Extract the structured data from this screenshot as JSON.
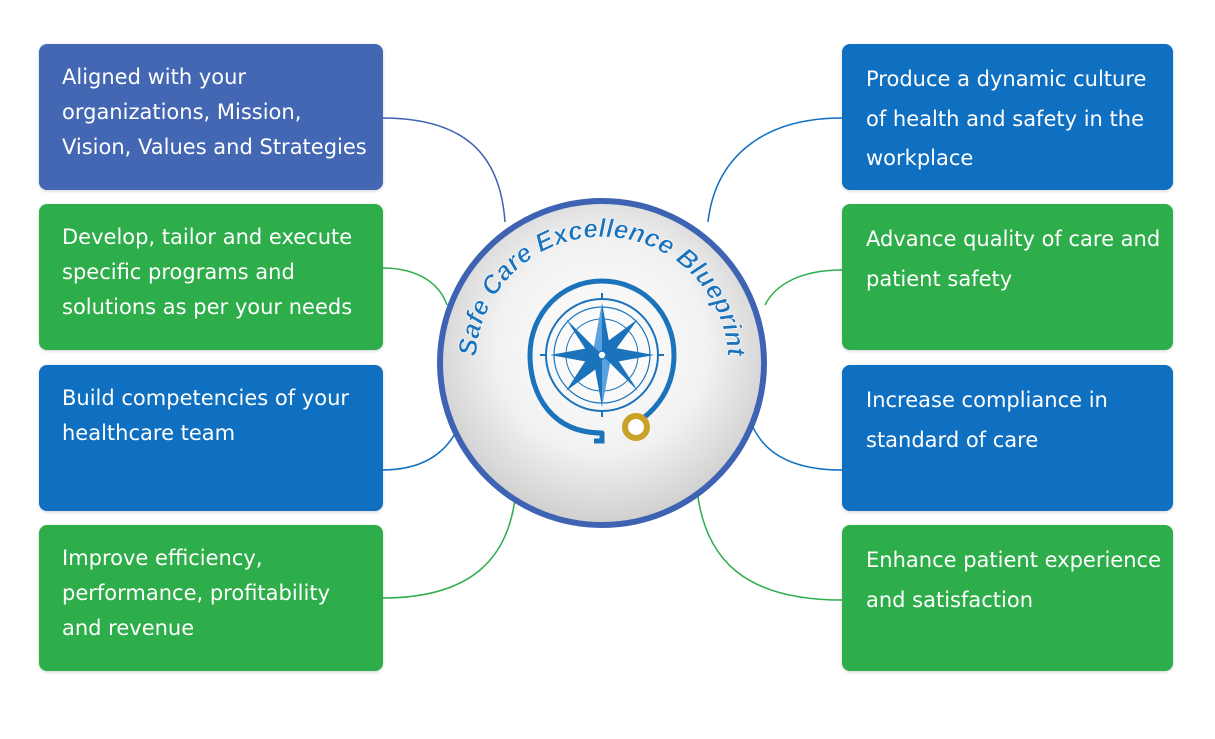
{
  "hub": {
    "title": "Safe Care Excellence Blueprint",
    "icon": "compass-stethoscope-icon"
  },
  "colors": {
    "purple_blue": "#4467b4",
    "blue": "#0f6fc1",
    "green": "#2ead4b",
    "hub_ring": "#3f63b3",
    "hub_text": "#1b73bb",
    "gold": "#c9a227"
  },
  "left_items": [
    {
      "text": "Aligned with your organizations, Mission, Vision, Values and Strategies",
      "color": "#4467b4"
    },
    {
      "text": "Develop, tailor and execute specific programs and solutions as per your needs",
      "color": "#2ead4b"
    },
    {
      "text": "Build competencies of your healthcare team",
      "color": "#0f6fc1"
    },
    {
      "text": "Improve efficiency, performance, profitability and revenue",
      "color": "#2ead4b"
    }
  ],
  "right_items": [
    {
      "text": "Produce a dynamic culture of health and safety in the workplace",
      "color": "#0f6fc1"
    },
    {
      "text": "Advance quality of care and patient safety",
      "color": "#2ead4b"
    },
    {
      "text": "Increase compliance in standard of care",
      "color": "#0f6fc1"
    },
    {
      "text": "Enhance patient experience and satisfaction",
      "color": "#2ead4b"
    }
  ]
}
